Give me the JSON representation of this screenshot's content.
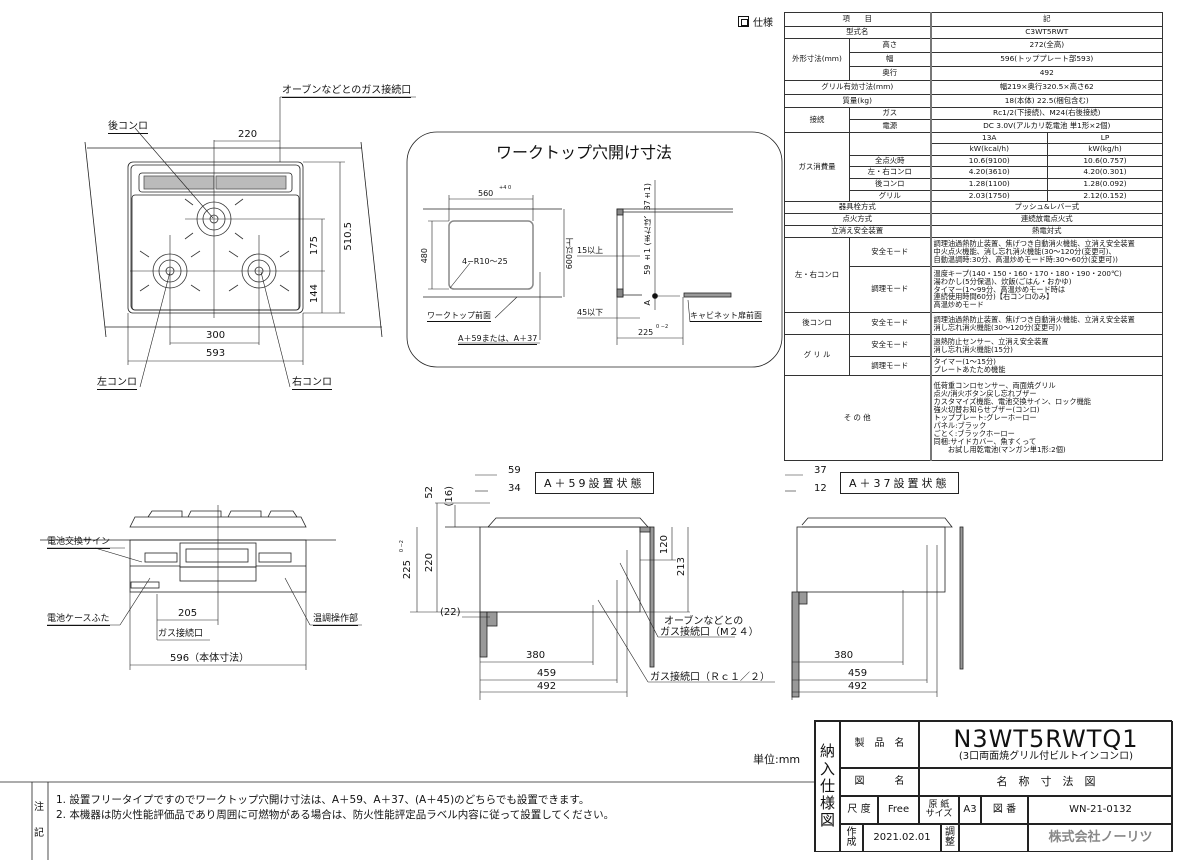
{
  "spec": {
    "heading": "仕様",
    "head_item": "項　　目",
    "head_value": "記",
    "model_label": "型式名",
    "model": "C3WT5RWT",
    "outer_label": "外形寸法(mm)",
    "height_label": "高さ",
    "height": "272(全高)",
    "width_label": "幅",
    "width": "596(トッププレート部593)",
    "depth_label": "奥行",
    "depth": "492",
    "grill_dim_label": "グリル有効寸法(mm)",
    "grill_dim": "幅219×奥行320.5×高さ62",
    "mass_label": "質量(kg)",
    "mass": "18(本体)  22.5(梱包含む)",
    "conn_label": "接続",
    "gas_label": "ガス",
    "gas": "Rc1/2(下接続)、M24(右後接続)",
    "power_label": "電源",
    "power": "DC 3.0V(アルカリ乾電池 単1形×2個)",
    "consumption_label": "ガス消費量",
    "col_13a": "13A",
    "col_lp": "LP",
    "unit_13a": "kW(kcal/h)",
    "unit_lp": "kW(kg/h)",
    "consumption": [
      {
        "label": "全点火時",
        "a13": "10.6(9100)",
        "lp": "10.6(0.757)"
      },
      {
        "label": "左・右コンロ",
        "a13": "4.20(3610)",
        "lp": "4.20(0.301)"
      },
      {
        "label": "後コンロ",
        "a13": "1.28(1100)",
        "lp": "1.28(0.092)"
      },
      {
        "label": "グリル",
        "a13": "2.03(1750)",
        "lp": "2.12(0.152)"
      }
    ],
    "valve_label": "器具栓方式",
    "valve": "プッシュ&レバー式",
    "ignition_label": "点火方式",
    "ignition": "連続放電点火式",
    "flameout_label": "立消え安全装置",
    "flameout": "熱電対式",
    "lr_label": "左・右コンロ",
    "safe_mode": "安全モード",
    "cook_mode": "調理モード",
    "lr_safe": "調理油過熱防止装置、焦げつき自動消火機能、立消え安全装置\n中火点火機能、消し忘れ消火機能(30〜120分(変更可)、\n自動温調時:30分、高温炒めモード時:30〜60分(変更可))",
    "lr_cook": "温度キープ(140・150・160・170・180・190・200℃)\n湯わかし(5分保温)、炊飯(ごはん・おかゆ)\nタイマー(1〜99分、高温炒めモード時は\n連続使用時間60分)【右コンロのみ】\n高温炒めモード",
    "rear_label": "後コンロ",
    "rear_safe": "調理油過熱防止装置、焦げつき自動消火機能、立消え安全装置\n消し忘れ消火機能(30〜120分(変更可))",
    "grill_label": "グ リ ル",
    "grill_safe": "過熱防止センサー、立消え安全装置\n消し忘れ消火機能(15分)",
    "grill_cook": "タイマー(1〜15分)\nプレートあたため機能",
    "other_label": "そ の 他",
    "other": "低荷重コンロセンサー、両面焼グリル\n点火/消火ボタン戻し忘れブザー\nカスタマイズ機能、電池交換サイン、ロック機能\n強火切替お知らせブザー(コンロ)\nトッププレート:グレーホーロー\nパネル:ブラック\nごとく:ブラックホーロー\n同梱:サイドカバー、魚すくって\n　　お試し用乾電池(マンガン単1形:2個)"
  },
  "plan": {
    "oven_gas": "オーブンなどとのガス接続口",
    "rear_burner": "後コンロ",
    "left_burner": "左コンロ",
    "right_burner": "右コンロ",
    "d220": "220",
    "d510": "510.5",
    "d175": "175",
    "d144": "144",
    "d300": "300",
    "d593": "593"
  },
  "worktop": {
    "title": "ワークトップ穴開け寸法",
    "d560": "560",
    "tol560": "+4 0",
    "d480": "480",
    "tol480": "+4 0",
    "d600": "600以上",
    "radius": "4−R10〜25",
    "front": "ワークトップ前面",
    "a_label": "A＋59または、A＋37",
    "d15": "15以上",
    "d45": "45以下",
    "d59": "59 ±1 (または、37±1)",
    "a": "A",
    "d225": "225",
    "tol225": "0 −2",
    "cabinet": "キャビネット扉前面"
  },
  "front": {
    "battery_sign": "電池交換サイン",
    "battery_cover": "電池ケースふた",
    "temp_ctrl": "温調操作部",
    "d205": "205",
    "gas": "ガス接続口",
    "d596": "596（本体寸法）"
  },
  "side59": {
    "title": "A＋59設置状態",
    "d59": "59",
    "d34": "34",
    "d52": "52",
    "d16": "(16)",
    "d225": "225",
    "tol225": "0 −2",
    "d220": "220",
    "d120": "120",
    "d213": "213",
    "d22": "(22)",
    "d380": "380",
    "d459": "459",
    "d492": "492",
    "oven1": "オーブンなどとの",
    "oven2": "ガス接続口（M２４）",
    "gas": "ガス接続口（Ｒｃ１／２）"
  },
  "side37": {
    "title": "A＋37設置状態",
    "d37": "37",
    "d12": "12",
    "d380": "380",
    "d459": "459",
    "d492": "492"
  },
  "unit": "単位:mm",
  "notes": {
    "label": "注　記",
    "items": [
      "1. 設置フリータイプですのでワークトップ穴開け寸法は、A＋59、A＋37、(A＋45)のどちらでも設置できます。",
      "2. 本機器は防火性能評価品であり周囲に可燃物がある場合は、防火性能評定品ラベル内容に従って設置してください。"
    ]
  },
  "titleblock": {
    "side": "納入仕様図",
    "product_label": "製　品　名",
    "product": "N3WT5RWTQ1",
    "product_sub": "(3口両面焼グリル付ビルトインコンロ)",
    "drawing_label": "図　　　名",
    "drawing": "名　称　寸　法　図",
    "scale_label": "尺 度",
    "scale": "Free",
    "paper_label": "原 紙\nサイズ",
    "paper": "A3",
    "number_label": "図 番",
    "number": "WN-21-0132",
    "made_label": "作\n成",
    "date": "2021.02.01",
    "adjust_label": "調\n整",
    "company": "株式会社ノーリツ"
  }
}
